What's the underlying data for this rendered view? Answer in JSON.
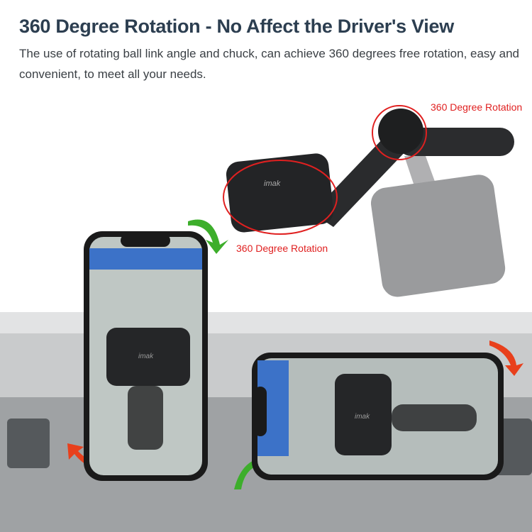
{
  "header": {
    "title": "360 Degree Rotation - No Affect the Driver's View",
    "description": "The use of rotating ball link angle and chuck, can achieve 360 degrees free rotation, easy and convenient, to meet all your needs."
  },
  "annotations": {
    "top_rotation": "360 Degree Rotation",
    "mid_rotation": "360 Degree Rotation"
  },
  "brand_logo": "imak",
  "colors": {
    "title": "#2c3e50",
    "annotation": "#e02020",
    "arrow_green": "#3dae2b",
    "arrow_red": "#e8401c"
  }
}
